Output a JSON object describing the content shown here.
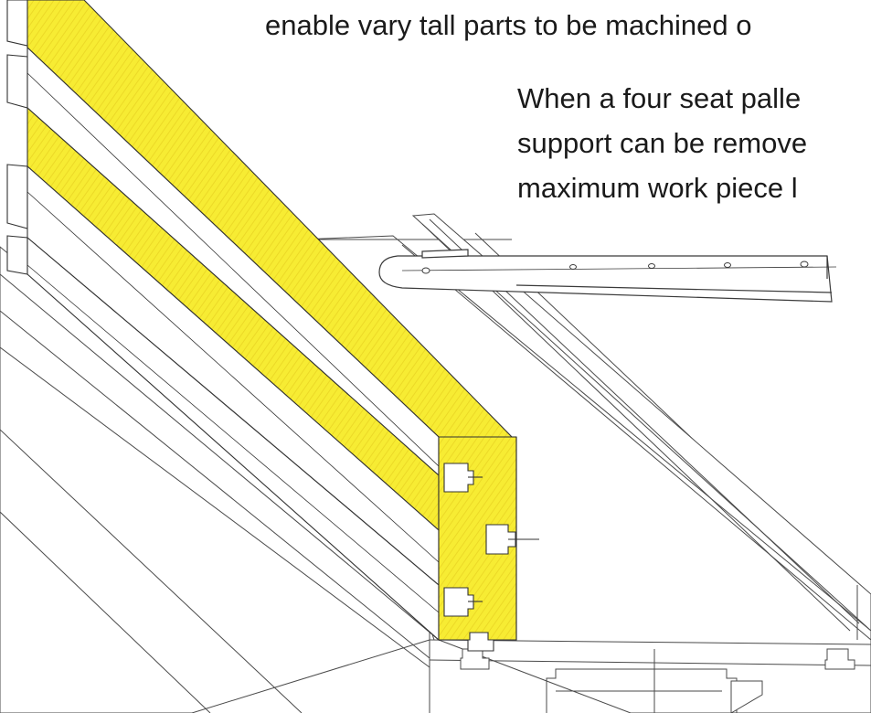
{
  "caption": {
    "lines": [
      "enable vary tall parts to be machined o",
      "When a four seat palle",
      "support can be remove",
      "maximum work piece l"
    ]
  },
  "colors": {
    "highlight": "#f6ea2c",
    "highlight_shadow": "#e6d41c",
    "ink": "#3a3a3a",
    "text": "#1a1a1a"
  },
  "icons": [
    "t-slot-icon",
    "bolt-hole-icon"
  ]
}
